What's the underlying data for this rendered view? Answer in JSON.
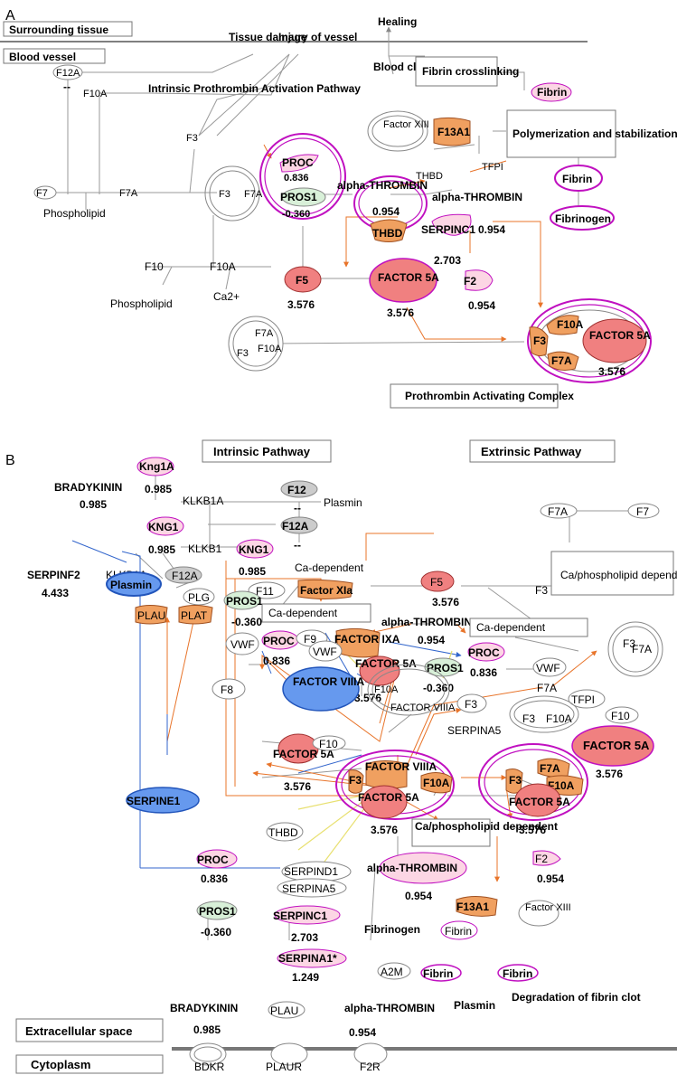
{
  "panels": {
    "a": "A",
    "b": "B"
  },
  "colors": {
    "salmon": "#f08080",
    "pink": "#fcd6e4",
    "orange": "#f0a060",
    "blue": "#6699ee",
    "green": "#d8f0d8",
    "grey": "#cccccc",
    "magenta": "#c010c0",
    "edge_orange": "#e8742a",
    "edge_blue": "#3366cc",
    "edge_yellow": "#e8e070",
    "edge_grey": "#888888"
  },
  "a": {
    "compartments": {
      "surrounding": "Surrounding tissue",
      "blood_vessel": "Blood vessel"
    },
    "boxes": {
      "fibrin_cross": "Fibrin crosslinking",
      "poly": "Polymerization and stabilization",
      "prothrombin_complex": "Prothrombin Activating Complex"
    },
    "labels": {
      "healing": "Healing",
      "blood_clot": "Blood clot",
      "tissue_damage": "Tissue damage",
      "injury_vessel": "Injury of vessel",
      "intrinsic": "Intrinsic Prothrombin Activation Pathway",
      "f12a": "F12A",
      "f12a_val": "--",
      "f10a": "F10A",
      "f3": "F3",
      "f7": "F7",
      "f7a": "F7A",
      "phospholipid": "Phospholipid",
      "f3b": "F3",
      "f7ab": "F7A",
      "proc": "PROC",
      "proc_val": "0.836",
      "pros1": "PROS1",
      "pros1_val": "-0.360",
      "alpha_left": "alpha-THROMBIN",
      "alpha_left_val": "0.954",
      "thbd": "THBD",
      "thbd_top": "THBD",
      "alpha_right": "alpha-THROMBIN",
      "alpha_right_val": "0.954",
      "serpinc1": "SERPINC1",
      "serpinc1_val": "2.703",
      "factor13": "Factor XIII",
      "f13a1": "F13A1",
      "tfpi": "TFPI",
      "fibrin1": "Fibrin",
      "fibrin2": "Fibrin",
      "fibrinogen": "Fibrinogen",
      "f10": "F10",
      "f10a2": "F10A",
      "phospholipid2": "Phospholipid",
      "ca2": "Ca2+",
      "f5": "F5",
      "f5_val": "3.576",
      "factor5a": "FACTOR 5A",
      "factor5a_val": "3.576",
      "f2": "F2",
      "f2_val": "0.954",
      "cx_f7a": "F7A",
      "cx_f3": "F3",
      "cx_f10a": "F10A",
      "pc_f10a": "F10A",
      "pc_f3": "F3",
      "pc_f7a": "F7A",
      "pc_factor5a": "FACTOR 5A",
      "pc_val": "3.576"
    }
  },
  "b": {
    "headers": {
      "intrinsic": "Intrinsic Pathway",
      "extrinsic": "Extrinsic Pathway"
    },
    "boxes": {
      "ca_dep1": "Ca-dependent",
      "ca_phos_dep": "Ca/phospholipid dependent",
      "ca_dep2": "Ca-dependent",
      "ca_phos_dep2": "Ca/phospholipid dependent"
    },
    "compartments": {
      "extracellular": "Extracellular space",
      "cytoplasm": "Cytoplasm"
    },
    "labels": {
      "bradykinin": "BRADYKININ",
      "bradykinin_val": "0.985",
      "kng1a": "Kng1A",
      "kng1a_val": "0.985",
      "klkb1a": "KLKB1A",
      "f12": "F12",
      "f12_val": "--",
      "plasmin": "Plasmin",
      "kng1": "KNG1",
      "kng1_val": "0.985",
      "f12a": "F12A",
      "f12a_val": "--",
      "klkb1": "KLKB1",
      "kng1b": "KNG1",
      "kng1b_val": "0.985",
      "ca_dependent_text": "Ca-dependent",
      "f11": "F11",
      "factor_xia": "Factor XIa",
      "serpinf2": "SERPINF2",
      "serpinf2_val": "4.433",
      "klkb1a2": "KLKB1A",
      "f12a2": "F12A",
      "f12a2_val": "--",
      "plasmin2": "Plasmin",
      "plg": "PLG",
      "plau": "PLAU",
      "plat": "PLAT",
      "pros1": "PROS1",
      "pros1_val": "-0.360",
      "vwf": "VWF",
      "proc": "PROC",
      "proc_val": "0.836",
      "f9": "F9",
      "factor_ixa": "FACTOR IXA",
      "f5": "F5",
      "f5_val": "3.576",
      "alpha_mid": "alpha-THROMBIN",
      "alpha_mid_val": "0.954",
      "factor5a_mid": "FACTOR 5A",
      "factor5a_mid_val": "3.576",
      "vwf2": "VWF",
      "proc2": "PROC",
      "proc2_val": "0.836",
      "pros1b": "PROS1",
      "pros1b_val": "-0.360",
      "f8": "F8",
      "factor_viiia": "FACTOR VIIIA",
      "vwf3": "VWF",
      "f10a": "F10A",
      "factor_viiia_grey": "FACTOR VIIIA",
      "f3": "F3",
      "f7a_top": "F7A",
      "f7_top": "F7",
      "f3_top": "F3",
      "f3_right": "F3",
      "f7a_right": "F7A",
      "f7a_mid": "F7A",
      "tfpi": "TFPI",
      "f3_mid": "F3",
      "f10a_mid": "F10A",
      "f10_right": "F10",
      "factor5a_right": "FACTOR 5A",
      "factor5a_right_val": "3.576",
      "factor5a_left": "FACTOR 5A",
      "factor5a_left_val": "3.576",
      "f10": "F10",
      "serpina5": "SERPINA5",
      "c1_f3": "F3",
      "c1_viiia": "FACTOR VIIIA",
      "c1_f10a": "F10A",
      "c1_f5a": "FACTOR 5A",
      "c1_val": "3.576",
      "c2_f3": "F3",
      "c2_f7a": "F7A",
      "c2_f10a": "F10A",
      "c2_f5a": "FACTOR 5A",
      "c2_val": "3.576",
      "serpine1": "SERPINE1",
      "thbd": "THBD",
      "proc3": "PROC",
      "proc3_val": "0.836",
      "serpind1": "SERPIND1",
      "serpina5b": "SERPINA5",
      "alpha_bot": "alpha-THROMBIN",
      "alpha_bot_val": "0.954",
      "pros1c": "PROS1",
      "pros1c_val": "-0.360",
      "serpinc1": "SERPINC1",
      "serpinc1_val": "2.703",
      "serpina1": "SERPINA1*",
      "serpina1_val": "1.249",
      "a2m": "A2M",
      "f2": "F2",
      "f2_val": "0.954",
      "f13a1": "F13A1",
      "factor13": "Factor XIII",
      "fibrinogen": "Fibrinogen",
      "fibrin_g": "Fibrin",
      "fibrin_l": "Fibrin",
      "fibrin_r": "Fibrin",
      "plasmin3": "Plasmin",
      "degradation": "Degradation of fibrin clot",
      "bradykinin2": "BRADYKININ",
      "bradykinin2_val": "0.985",
      "plau2": "PLAU",
      "alpha_bottom": "alpha-THROMBIN",
      "alpha_bottom_val": "0.954",
      "bdkr": "BDKR",
      "plaur": "PLAUR",
      "f2r": "F2R"
    }
  }
}
